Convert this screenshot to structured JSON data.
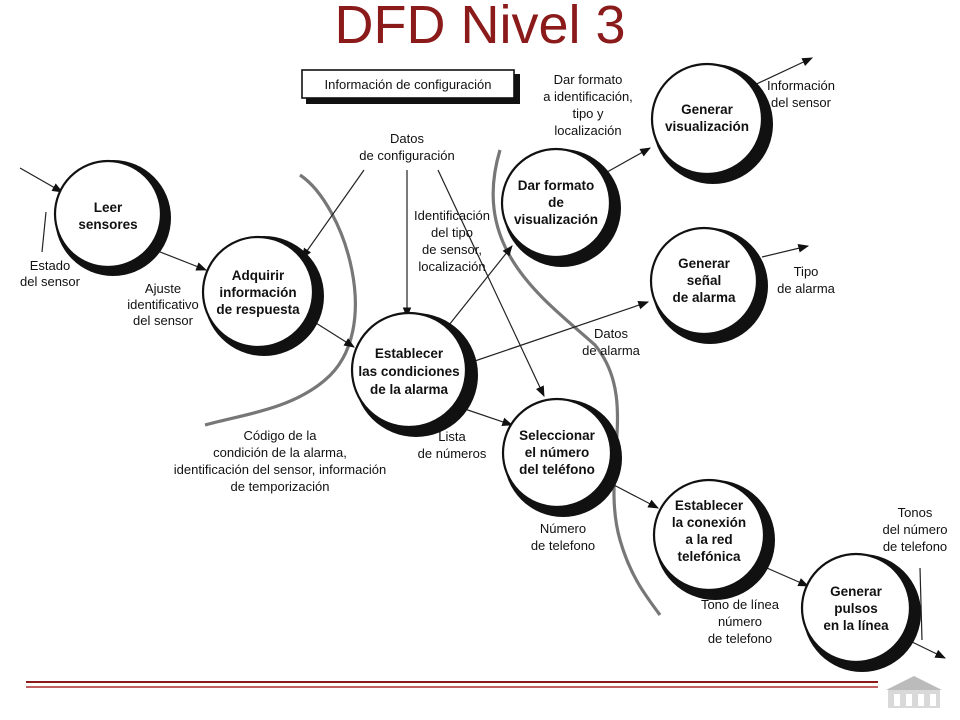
{
  "slide": {
    "title": "DFD Nivel 3",
    "accent_color": "#8b1a1a"
  },
  "store": {
    "label": "Información de configuración"
  },
  "processes": {
    "leer": [
      "Leer",
      "sensores"
    ],
    "adquirir": [
      "Adquirir",
      "información",
      "de respuesta"
    ],
    "establecer": [
      "Establecer",
      "las condiciones",
      "de la alarma"
    ],
    "dar_formato": [
      "Dar formato",
      "de",
      "visualización"
    ],
    "generar_vis": [
      "Generar",
      "visualización"
    ],
    "generar_senal": [
      "Generar",
      "señal",
      "de alarma"
    ],
    "seleccionar": [
      "Seleccionar",
      "el número",
      "del teléfono"
    ],
    "conexion": [
      "Establecer",
      "la conexión",
      "a la red",
      "telefónica"
    ],
    "pulsos": [
      "Generar",
      "pulsos",
      "en la línea"
    ]
  },
  "flows": {
    "estado_sensor": [
      "Estado",
      "del sensor"
    ],
    "ajuste": [
      "Ajuste",
      "identificativo",
      "del sensor"
    ],
    "datos_config": [
      "Datos",
      "de configuración"
    ],
    "identificacion": [
      "Identificación",
      "del tipo",
      "de sensor,",
      "localización"
    ],
    "dar_formato_id": [
      "Dar formato",
      "a identificación,",
      "tipo y",
      "localización"
    ],
    "info_sensor": [
      "Información",
      "del sensor"
    ],
    "tipo_alarma": [
      "Tipo",
      "de alarma"
    ],
    "datos_alarma": [
      "Datos",
      "de alarma"
    ],
    "codigo": [
      "Código de la",
      "condición de la alarma,",
      "identificación del sensor, información",
      "de temporización"
    ],
    "lista": [
      "Lista",
      "de números"
    ],
    "numero_tel": [
      "Número",
      "de telefono"
    ],
    "tono_linea": [
      "Tono de línea",
      "número",
      "de telefono"
    ],
    "tonos": [
      "Tonos",
      "del número",
      "de telefono"
    ]
  },
  "footer": {
    "line_colors": [
      "#8b1a1a",
      "#c06060"
    ]
  }
}
